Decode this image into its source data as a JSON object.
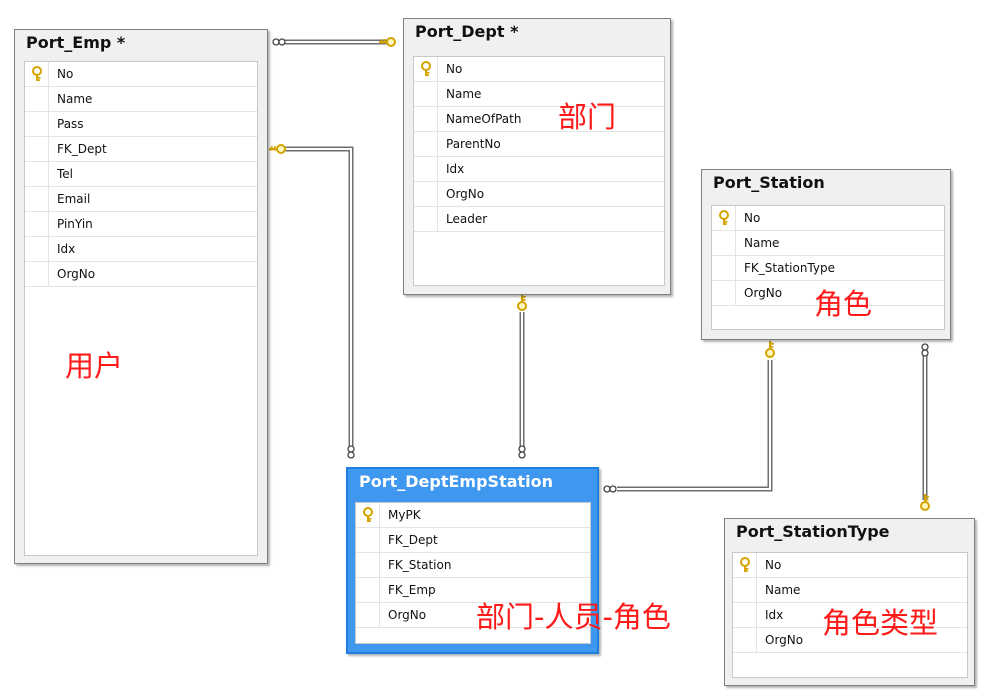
{
  "tables": {
    "emp": {
      "title": "Port_Emp *",
      "columns": [
        {
          "name": "No",
          "pk": true
        },
        {
          "name": "Name"
        },
        {
          "name": "Pass"
        },
        {
          "name": "FK_Dept"
        },
        {
          "name": "Tel"
        },
        {
          "name": "Email"
        },
        {
          "name": "PinYin"
        },
        {
          "name": "Idx"
        },
        {
          "name": "OrgNo"
        }
      ]
    },
    "dept": {
      "title": "Port_Dept *",
      "columns": [
        {
          "name": "No",
          "pk": true
        },
        {
          "name": "Name"
        },
        {
          "name": "NameOfPath"
        },
        {
          "name": "ParentNo"
        },
        {
          "name": "Idx"
        },
        {
          "name": "OrgNo"
        },
        {
          "name": "Leader"
        }
      ]
    },
    "station": {
      "title": "Port_Station",
      "columns": [
        {
          "name": "No",
          "pk": true
        },
        {
          "name": "Name"
        },
        {
          "name": "FK_StationType"
        },
        {
          "name": "OrgNo"
        }
      ]
    },
    "des": {
      "title": "Port_DeptEmpStation",
      "selected": true,
      "columns": [
        {
          "name": "MyPK",
          "pk": true
        },
        {
          "name": "FK_Dept"
        },
        {
          "name": "FK_Station"
        },
        {
          "name": "FK_Emp"
        },
        {
          "name": "OrgNo"
        }
      ]
    },
    "stype": {
      "title": "Port_StationType",
      "columns": [
        {
          "name": "No",
          "pk": true
        },
        {
          "name": "Name"
        },
        {
          "name": "Idx"
        },
        {
          "name": "OrgNo"
        }
      ]
    }
  },
  "annotations": {
    "emp": "用户",
    "dept": "部门",
    "station": "角色",
    "des": "部门-人员-角色",
    "stype": "角色类型"
  },
  "colors": {
    "annotation": "#ff1a1a",
    "selected_header": "#3f97ef",
    "key_icon": "#d4a300"
  },
  "relationships": [
    {
      "from": "emp",
      "to": "dept",
      "from_end": "many",
      "to_end": "one"
    },
    {
      "from": "emp",
      "to": "des",
      "from_end": "one",
      "to_end": "many"
    },
    {
      "from": "dept",
      "to": "des",
      "from_end": "one",
      "to_end": "many"
    },
    {
      "from": "station",
      "to": "des",
      "from_end": "one",
      "to_end": "many"
    },
    {
      "from": "station",
      "to": "stype",
      "from_end": "many",
      "to_end": "one"
    }
  ]
}
